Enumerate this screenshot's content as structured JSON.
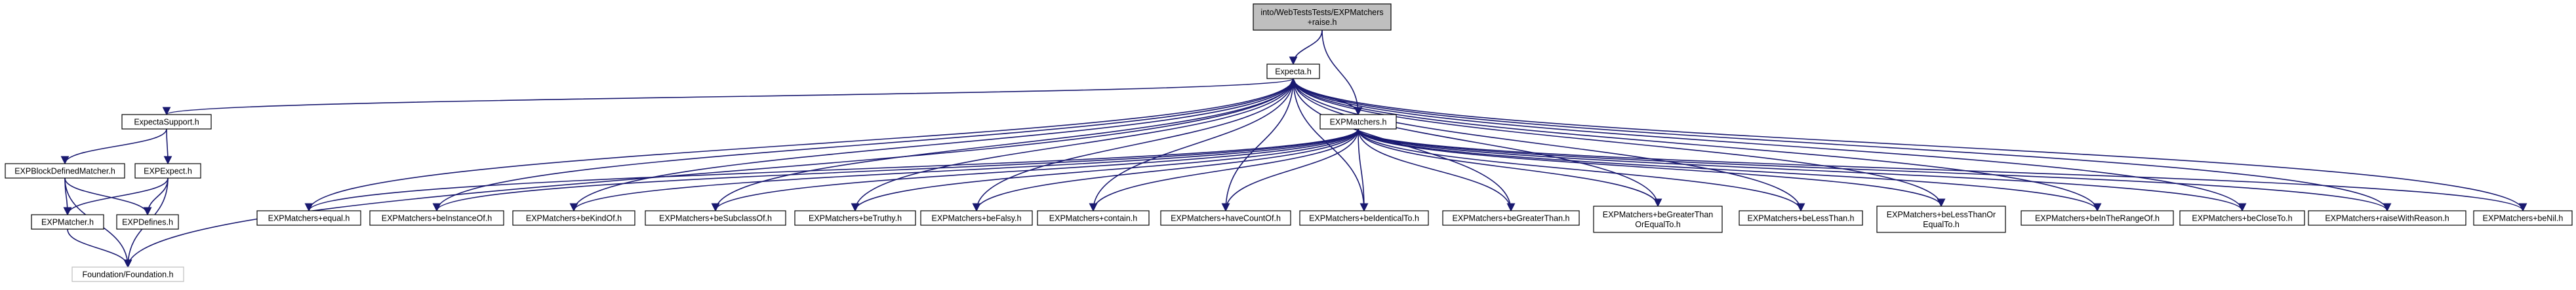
{
  "graph": {
    "type": "include dependency graph",
    "edge_color": "#191970",
    "root_fill": "#bfbfbf",
    "nodes": [
      {
        "id": "root",
        "lines": [
          "into/WebTestsTests/EXPMatchers",
          "+raise.h"
        ],
        "style": "root"
      },
      {
        "id": "expecta",
        "lines": [
          "Expecta.h"
        ]
      },
      {
        "id": "expectasupport",
        "lines": [
          "ExpectaSupport.h"
        ]
      },
      {
        "id": "expmatchers",
        "lines": [
          "EXPMatchers.h"
        ]
      },
      {
        "id": "blockdefined",
        "lines": [
          "EXPBlockDefinedMatcher.h"
        ]
      },
      {
        "id": "expexpect",
        "lines": [
          "EXPExpect.h"
        ]
      },
      {
        "id": "expmatcher",
        "lines": [
          "EXPMatcher.h"
        ]
      },
      {
        "id": "expdefines",
        "lines": [
          "EXPDefines.h"
        ]
      },
      {
        "id": "foundation",
        "lines": [
          "Foundation/Foundation.h"
        ],
        "style": "plain"
      },
      {
        "id": "m_equal",
        "lines": [
          "EXPMatchers+equal.h"
        ]
      },
      {
        "id": "m_beinstanceof",
        "lines": [
          "EXPMatchers+beInstanceOf.h"
        ]
      },
      {
        "id": "m_bekindof",
        "lines": [
          "EXPMatchers+beKindOf.h"
        ]
      },
      {
        "id": "m_besubclassof",
        "lines": [
          "EXPMatchers+beSubclassOf.h"
        ]
      },
      {
        "id": "m_betruthy",
        "lines": [
          "EXPMatchers+beTruthy.h"
        ]
      },
      {
        "id": "m_befalsy",
        "lines": [
          "EXPMatchers+beFalsy.h"
        ]
      },
      {
        "id": "m_contain",
        "lines": [
          "EXPMatchers+contain.h"
        ]
      },
      {
        "id": "m_havecountof",
        "lines": [
          "EXPMatchers+haveCountOf.h"
        ]
      },
      {
        "id": "m_beidenticalto",
        "lines": [
          "EXPMatchers+beIdenticalTo.h"
        ]
      },
      {
        "id": "m_begreaterthan",
        "lines": [
          "EXPMatchers+beGreaterThan.h"
        ]
      },
      {
        "id": "m_begreaterthanorequal",
        "lines": [
          "EXPMatchers+beGreaterThan",
          "OrEqualTo.h"
        ]
      },
      {
        "id": "m_belessthan",
        "lines": [
          "EXPMatchers+beLessThan.h"
        ]
      },
      {
        "id": "m_belessthanorequal",
        "lines": [
          "EXPMatchers+beLessThanOr",
          "EqualTo.h"
        ]
      },
      {
        "id": "m_beintherangeof",
        "lines": [
          "EXPMatchers+beInTheRangeOf.h"
        ]
      },
      {
        "id": "m_beclosето",
        "lines": [
          "EXPMatchers+beCloseTo.h"
        ]
      },
      {
        "id": "m_raisewithreason",
        "lines": [
          "EXPMatchers+raiseWithReason.h"
        ]
      },
      {
        "id": "m_benil",
        "lines": [
          "EXPMatchers+beNil.h"
        ]
      }
    ],
    "edges": [
      [
        "root",
        "expecta"
      ],
      [
        "root",
        "expmatchers"
      ],
      [
        "expecta",
        "expectasupport"
      ],
      [
        "expecta",
        "expmatchers"
      ],
      [
        "expecta",
        "foundation"
      ],
      [
        "expecta",
        "m_equal"
      ],
      [
        "expecta",
        "m_beinstanceof"
      ],
      [
        "expecta",
        "m_bekindof"
      ],
      [
        "expecta",
        "m_besubclassof"
      ],
      [
        "expecta",
        "m_betruthy"
      ],
      [
        "expecta",
        "m_befalsy"
      ],
      [
        "expecta",
        "m_contain"
      ],
      [
        "expecta",
        "m_havecountof"
      ],
      [
        "expecta",
        "m_beidenticalto"
      ],
      [
        "expecta",
        "m_begreaterthan"
      ],
      [
        "expecta",
        "m_begreaterthanorequal"
      ],
      [
        "expecta",
        "m_belessthan"
      ],
      [
        "expecta",
        "m_belessthanorequal"
      ],
      [
        "expecta",
        "m_beintherangeof"
      ],
      [
        "expecta",
        "m_beclosето"
      ],
      [
        "expecta",
        "m_raisewithreason"
      ],
      [
        "expecta",
        "m_benil"
      ],
      [
        "expectasupport",
        "blockdefined"
      ],
      [
        "expectasupport",
        "expexpect"
      ],
      [
        "blockdefined",
        "expmatcher"
      ],
      [
        "blockdefined",
        "expdefines"
      ],
      [
        "blockdefined",
        "foundation"
      ],
      [
        "expexpect",
        "expmatcher"
      ],
      [
        "expexpect",
        "expdefines"
      ],
      [
        "expexpect",
        "foundation"
      ],
      [
        "expmatcher",
        "foundation"
      ],
      [
        "expmatchers",
        "expecta"
      ],
      [
        "expmatchers",
        "m_equal"
      ],
      [
        "expmatchers",
        "m_beinstanceof"
      ],
      [
        "expmatchers",
        "m_bekindof"
      ],
      [
        "expmatchers",
        "m_besubclassof"
      ],
      [
        "expmatchers",
        "m_betruthy"
      ],
      [
        "expmatchers",
        "m_befalsy"
      ],
      [
        "expmatchers",
        "m_contain"
      ],
      [
        "expmatchers",
        "m_havecountof"
      ],
      [
        "expmatchers",
        "m_beidenticalto"
      ],
      [
        "expmatchers",
        "m_begreaterthan"
      ],
      [
        "expmatchers",
        "m_begreaterthanorequal"
      ],
      [
        "expmatchers",
        "m_belessthan"
      ],
      [
        "expmatchers",
        "m_belessthanorequal"
      ],
      [
        "expmatchers",
        "m_beintherangeof"
      ],
      [
        "expmatchers",
        "m_beclosето"
      ],
      [
        "expmatchers",
        "m_raisewithreason"
      ],
      [
        "expmatchers",
        "m_benil"
      ]
    ]
  }
}
